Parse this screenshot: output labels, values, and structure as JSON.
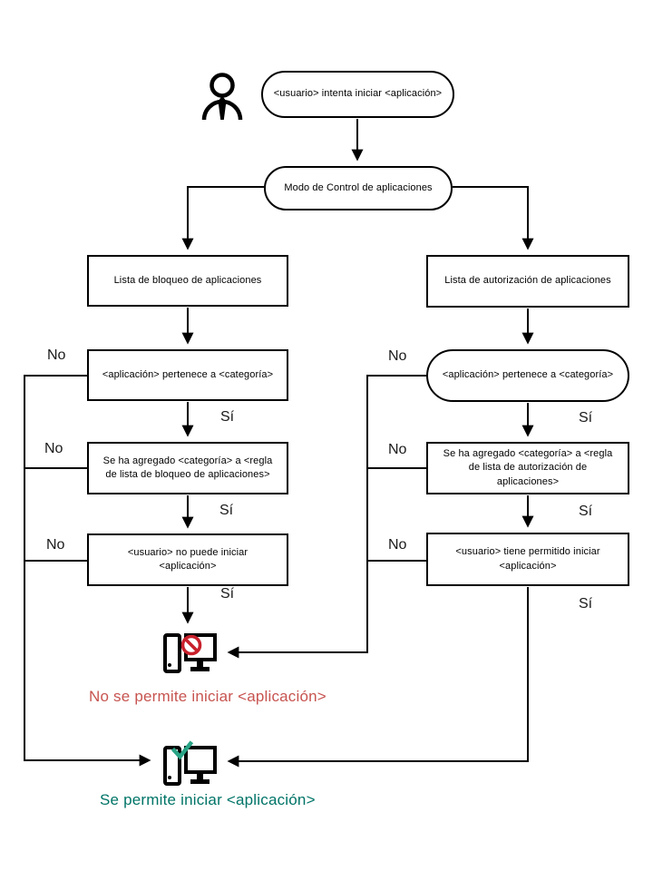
{
  "edge_labels": {
    "yes": "Sí",
    "no": "No"
  },
  "nodes": {
    "start": "<usuario> intenta iniciar <aplicación>",
    "mode": "Modo de Control de aplicaciones",
    "block_list": "Lista de bloqueo de aplicaciones",
    "allow_list": "Lista de autorización de aplicaciones",
    "block_belongs": "<aplicación> pertenece a <categoría>",
    "allow_belongs": "<aplicación> pertenece a <categoría>",
    "block_rule": "Se ha agregado <categoría> a <regla de lista de bloqueo de aplicaciones>",
    "allow_rule": "Se ha agregado <categoría> a <regla de lista de autorización de aplicaciones>",
    "block_user": "<usuario> no puede iniciar <aplicación>",
    "allow_user": "<usuario> tiene permitido iniciar <aplicación>"
  },
  "results": {
    "denied": "No se permite iniciar <aplicación>",
    "allowed": "Se permite iniciar <aplicación>"
  },
  "icons": {
    "person": "person-icon",
    "computer_blocked": "computer-blocked-icon",
    "computer_allowed": "computer-allowed-icon"
  },
  "colors": {
    "line": "#000000",
    "denied_text": "#c75450",
    "allowed_text": "#007467",
    "prohibition_red": "#c8202b",
    "check_teal": "#29a385"
  }
}
